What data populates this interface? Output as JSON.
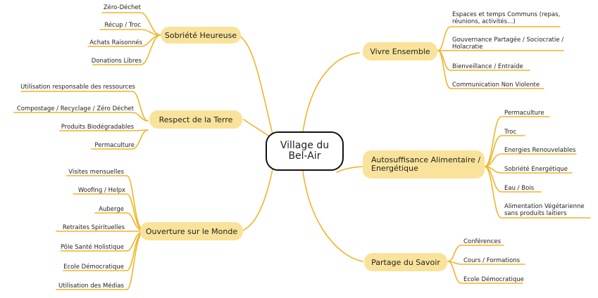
{
  "center": {
    "title_line1": "Village du",
    "title_line2": "Bel-Air"
  },
  "branches": {
    "sobriete": {
      "label": "Sobriété Heureuse",
      "leaves": [
        "Zéro-Déchet",
        "Récup / Troc",
        "Achats Raisonnés",
        "Donations Libres"
      ]
    },
    "respect": {
      "label": "Respect de la Terre",
      "leaves": [
        "Utilisation responsable des ressources",
        "Compostage / Recyclage / Zéro Déchet",
        "Produits Biodégradables",
        "Permaculture"
      ]
    },
    "ouverture": {
      "label": "Ouverture sur le Monde",
      "leaves": [
        "Visites mensuelles",
        "Woofing / Helpx",
        "Auberge",
        "Retraites Spirituelles",
        "Pôle Santé Holistique",
        "Ecole Démocratique",
        "Utilisation des Médias"
      ]
    },
    "vivre": {
      "label": "Vivre Ensemble",
      "leaves": [
        "Espaces et temps Communs (repas, réunions, activités…)",
        "Gouvernance Partagée / Sociocratie / Holacratie",
        "Bienveillance / Entraide",
        "Communication Non Violente"
      ]
    },
    "autosuffisance": {
      "label_line1": "Autosuffisance Alimentaire /",
      "label_line2": "Energétique",
      "leaves": [
        "Permaculture",
        "Troc",
        "Energies Renouvelables",
        "Sobriété Energétique",
        "Eau / Bois",
        "Alimentation Végétarienne sans produits laitiers"
      ]
    },
    "partage": {
      "label": "Partage du Savoir",
      "leaves": [
        "Conférences",
        "Cours / Formations",
        "Ecole Démocratique"
      ]
    }
  },
  "colors": {
    "connector": "#f0b429",
    "pill": "#f9e39b",
    "border": "#111111"
  }
}
